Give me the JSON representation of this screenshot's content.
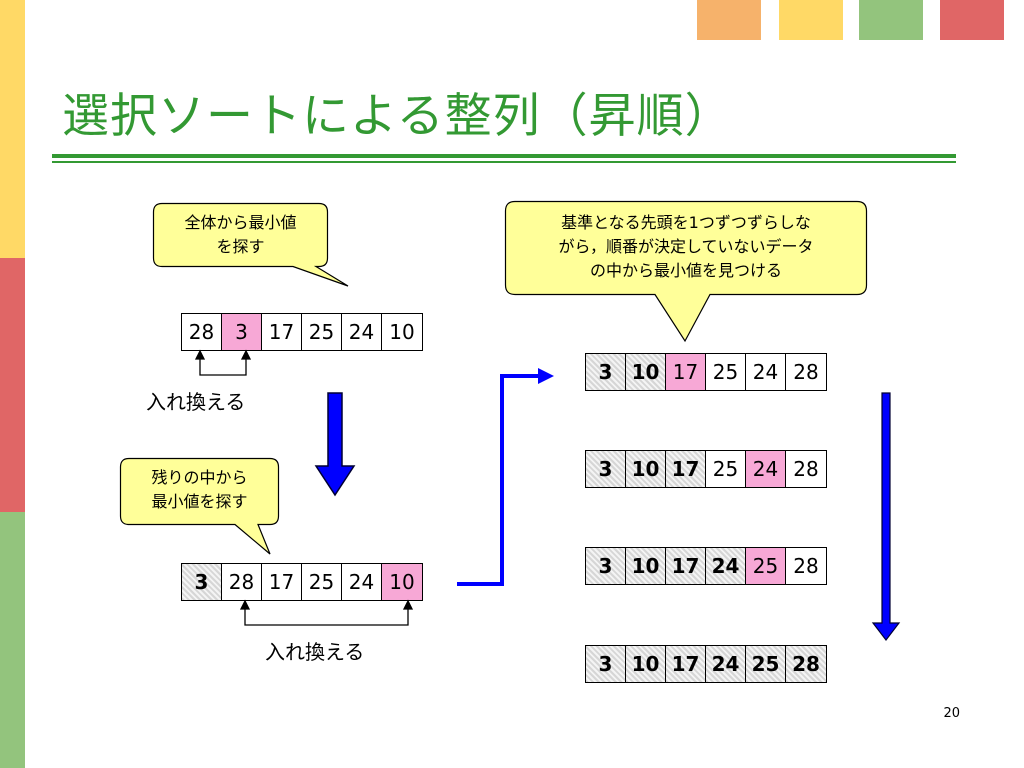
{
  "colors": {
    "title": "#339933",
    "highlight": "#f7a8d6",
    "bubble_fill": "#ffff99",
    "arrow": "#0000ff",
    "sidebar": [
      "#ffd966",
      "#e06666",
      "#93c47d"
    ],
    "top_squares": [
      "#f6b26b",
      "#ffd966",
      "#93c47d",
      "#e06666"
    ]
  },
  "title": "選択ソートによる整列（昇順）",
  "page_number": "20",
  "bubbles": {
    "find_min_all": "全体から最小値\nを探す",
    "find_min_rest": "残りの中から\n最小値を探す",
    "explanation": "基準となる先頭を1つずつずらしな\nがら，順番が決定していないデータ\nの中から最小値を見つける"
  },
  "swap_label": "入れ換える",
  "arrays": {
    "step1": [
      {
        "v": "28",
        "s": ""
      },
      {
        "v": "3",
        "s": "pink"
      },
      {
        "v": "17",
        "s": ""
      },
      {
        "v": "25",
        "s": ""
      },
      {
        "v": "24",
        "s": ""
      },
      {
        "v": "10",
        "s": ""
      }
    ],
    "step2": [
      {
        "v": "3",
        "s": "done"
      },
      {
        "v": "28",
        "s": ""
      },
      {
        "v": "17",
        "s": ""
      },
      {
        "v": "25",
        "s": ""
      },
      {
        "v": "24",
        "s": ""
      },
      {
        "v": "10",
        "s": "pink"
      }
    ],
    "step3": [
      {
        "v": "3",
        "s": "done"
      },
      {
        "v": "10",
        "s": "done"
      },
      {
        "v": "17",
        "s": "pink"
      },
      {
        "v": "25",
        "s": ""
      },
      {
        "v": "24",
        "s": ""
      },
      {
        "v": "28",
        "s": ""
      }
    ],
    "step4": [
      {
        "v": "3",
        "s": "done"
      },
      {
        "v": "10",
        "s": "done"
      },
      {
        "v": "17",
        "s": "done"
      },
      {
        "v": "25",
        "s": ""
      },
      {
        "v": "24",
        "s": "pink"
      },
      {
        "v": "28",
        "s": ""
      }
    ],
    "step5": [
      {
        "v": "3",
        "s": "done"
      },
      {
        "v": "10",
        "s": "done"
      },
      {
        "v": "17",
        "s": "done"
      },
      {
        "v": "24",
        "s": "done"
      },
      {
        "v": "25",
        "s": "pink"
      },
      {
        "v": "28",
        "s": ""
      }
    ],
    "step6": [
      {
        "v": "3",
        "s": "done"
      },
      {
        "v": "10",
        "s": "done"
      },
      {
        "v": "17",
        "s": "done"
      },
      {
        "v": "24",
        "s": "done"
      },
      {
        "v": "25",
        "s": "done"
      },
      {
        "v": "28",
        "s": "done"
      }
    ]
  }
}
